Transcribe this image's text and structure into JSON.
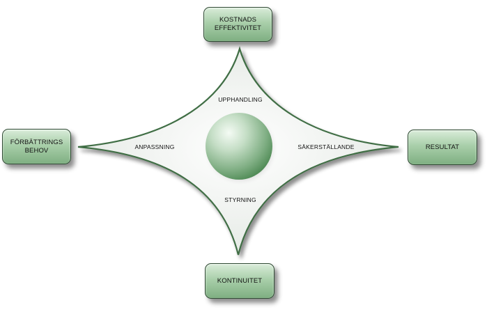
{
  "boxes": {
    "top": {
      "line1": "KOSTNADS",
      "line2": "EFFEKTIVITET"
    },
    "left": {
      "line1": "FÖRBÄTTRINGS",
      "line2": "BEHOV"
    },
    "right": {
      "line1": "RESULTAT"
    },
    "bottom": {
      "line1": "KONTINUITET"
    }
  },
  "inner_labels": {
    "top": "UPPHANDLING",
    "left": "ANPASSNING",
    "right": "SÄKERSTÄLLANDE",
    "bottom": "STYRNING"
  },
  "colors": {
    "box_fill_light": "#d9ecd9",
    "box_fill_dark": "#7faf82",
    "star_fill": "#eef1ee",
    "star_stroke": "#3f6e44",
    "sphere_highlight": "#f4fbf4",
    "sphere_shadow": "#4f8a55"
  }
}
